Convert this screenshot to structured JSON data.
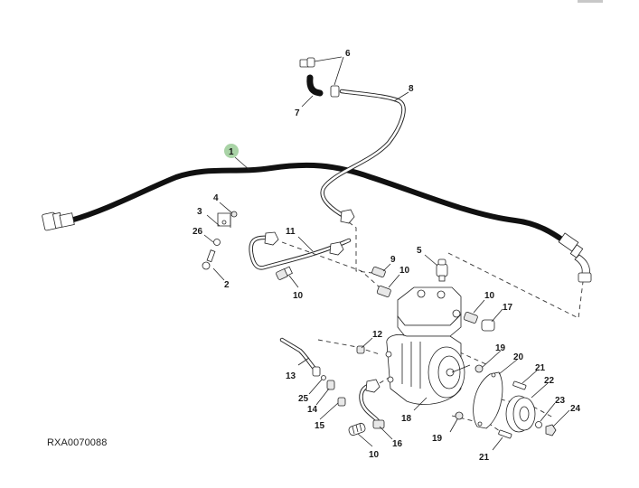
{
  "diagram": {
    "title": "Air Compressor and Lines - Exploded Parts View",
    "reference_code": "RXA0070088",
    "highlight_color": "#a9d3a6",
    "selected_callout": "1",
    "callouts": [
      {
        "id": "c1",
        "label": "1",
        "highlighted": true
      },
      {
        "id": "c2",
        "label": "2"
      },
      {
        "id": "c3",
        "label": "3"
      },
      {
        "id": "c4",
        "label": "4"
      },
      {
        "id": "c5",
        "label": "5"
      },
      {
        "id": "c6",
        "label": "6"
      },
      {
        "id": "c7",
        "label": "7"
      },
      {
        "id": "c8",
        "label": "8"
      },
      {
        "id": "c9",
        "label": "9"
      },
      {
        "id": "c10a",
        "label": "10"
      },
      {
        "id": "c10b",
        "label": "10"
      },
      {
        "id": "c10c",
        "label": "10"
      },
      {
        "id": "c10d",
        "label": "10"
      },
      {
        "id": "c11",
        "label": "11"
      },
      {
        "id": "c12",
        "label": "12"
      },
      {
        "id": "c13",
        "label": "13"
      },
      {
        "id": "c14",
        "label": "14"
      },
      {
        "id": "c15",
        "label": "15"
      },
      {
        "id": "c16",
        "label": "16"
      },
      {
        "id": "c17",
        "label": "17"
      },
      {
        "id": "c18",
        "label": "18"
      },
      {
        "id": "c19a",
        "label": "19"
      },
      {
        "id": "c19b",
        "label": "19"
      },
      {
        "id": "c20",
        "label": "20"
      },
      {
        "id": "c21a",
        "label": "21"
      },
      {
        "id": "c21b",
        "label": "21"
      },
      {
        "id": "c22",
        "label": "22"
      },
      {
        "id": "c23",
        "label": "23"
      },
      {
        "id": "c24",
        "label": "24"
      },
      {
        "id": "c25",
        "label": "25"
      },
      {
        "id": "c26",
        "label": "26"
      }
    ]
  }
}
